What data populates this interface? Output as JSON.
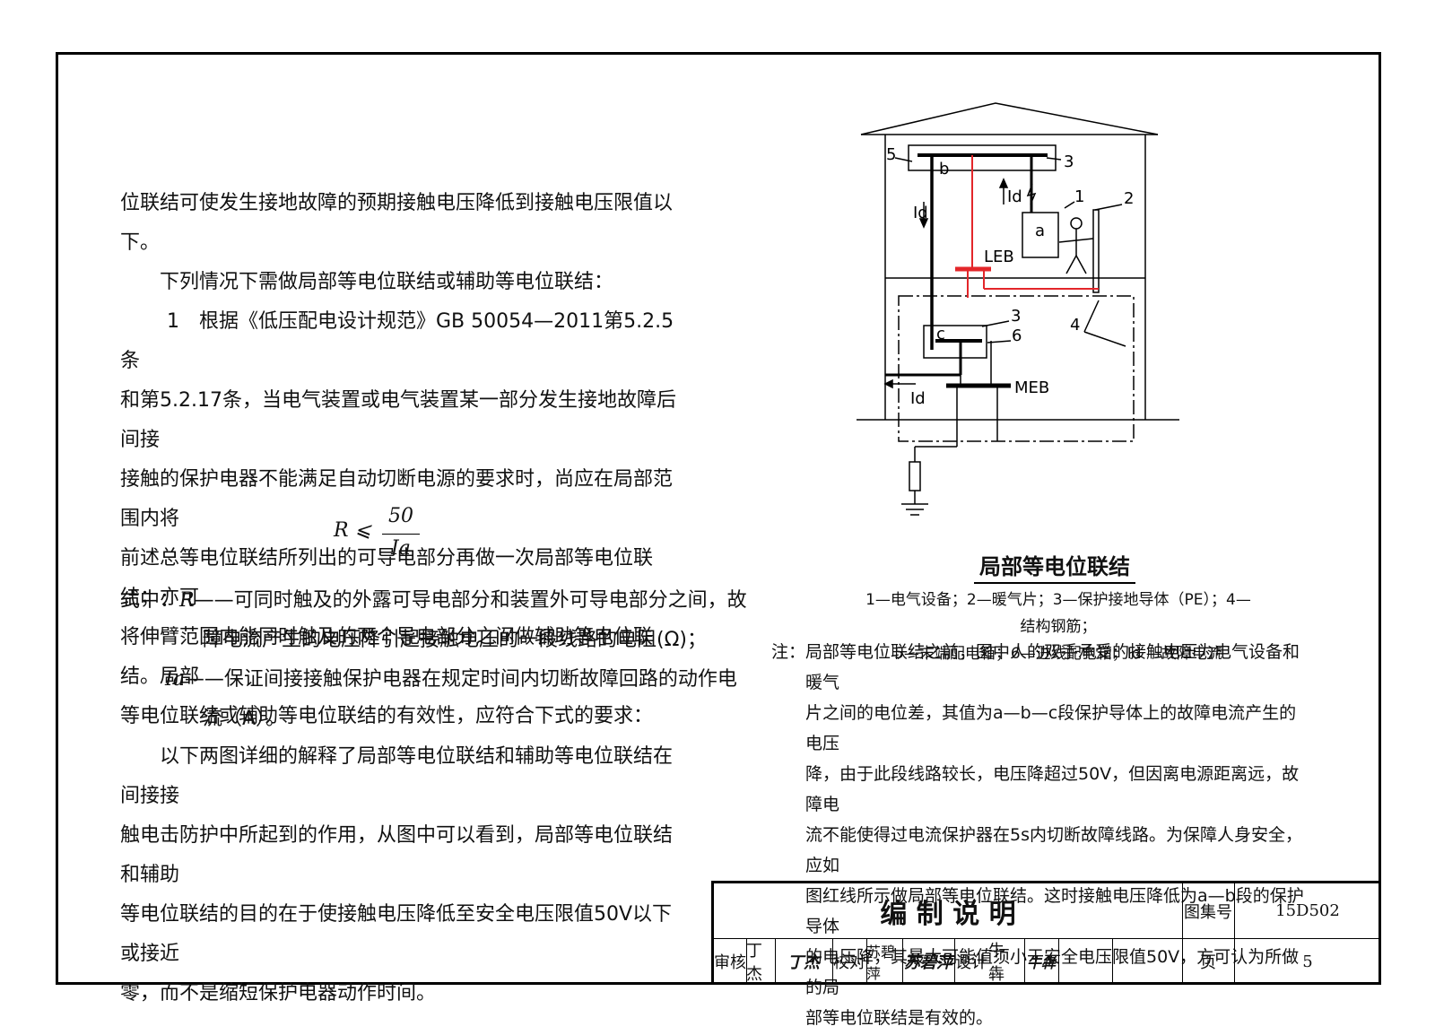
{
  "body": {
    "p1": "位联结可使发生接地故障的预期接触电压降低到接触电压限值以下。",
    "p2": "下列情况下需做局部等电位联结或辅助等电位联结：",
    "p3_lines": [
      "1　根据《低压配电设计规范》GB 50054—2011第5.2.5条",
      "和第5.2.17条，当电气装置或电气装置某一部分发生接地故障后间接",
      "接触的保护电器不能满足自动切断电源的要求时，尚应在局部范围内将",
      "前述总等电位联结所列出的可导电部分再做一次局部等电位联结；亦可",
      "将伸臂范围内能同时触及的两个导电部分之间做辅助等电位联结。局部",
      "等电位联结或辅助等电位联结的有效性，应符合下式的要求："
    ]
  },
  "formula": {
    "lhs": "R ⩽",
    "numerator": "50",
    "denominator": "Ia"
  },
  "defs": {
    "lead": "式中：",
    "r_symbol": "R",
    "r_line1": "——可同时触及的外露可导电部分和装置外可导电部分之间，故",
    "r_line2": "障电流产生的电压降引起接触电压的一段线路的电阻(Ω)；",
    "ia_symbol": "Ia",
    "ia_line1": "——保证间接接触保护电器在规定时间内切断故障回路的动作电",
    "ia_line2": "流（A）。"
  },
  "closing_lines": [
    "以下两图详细的解释了局部等电位联结和辅助等电位联结在间接接",
    "触电击防护中所起到的作用，从图中可以看到，局部等电位联结和辅助",
    "等电位联结的目的在于使接触电压降低至安全电压限值50V以下或接近",
    "零，而不是缩短保护电器动作时间。"
  ],
  "diagram": {
    "title": "局部等电位联结",
    "labels": {
      "n5": "5",
      "b": "b",
      "n3_top": "3",
      "id_up": "Id",
      "n1": "1",
      "n2": "2",
      "id_left": "Id",
      "a": "a",
      "leb": "LEB",
      "n3_mid": "3",
      "c": "c",
      "n6": "6",
      "n4": "4",
      "meb": "MEB",
      "id_bottom": "Id"
    },
    "colors": {
      "red": "#e3262a",
      "black": "#000000"
    },
    "legend_line1": "1—电气设备；2—暖气片；3—保护接地导体（PE）；4—结构钢筋；",
    "legend_line2": "5—末端配电箱；6—进线配电箱；Id —故障电流"
  },
  "note": {
    "lead": "注：",
    "lines": [
      "局部等电位联结之前，图中人的双手承受的接触电压为电气设备和暖气",
      "片之间的电位差，其值为a—b—c段保护导体上的故障电流产生的电压",
      "降，由于此段线路较长，电压降超过50V，但因离电源距离远，故障电",
      "流不能使得过电流保护器在5s内切断故障线路。为保障人身安全，应如",
      "图红线所示做局部等电位联结。这时接触电压降低为a—b段的保护导体",
      "的电压降，其最大可能值须小于安全电压限值50V，方可认为所做的局",
      "部等电位联结是有效的。"
    ]
  },
  "title_block": {
    "title": "编 制 说 明",
    "atlas_label": "图集号",
    "atlas_no": "15D502",
    "review_label": "审核",
    "reviewer": "丁 杰",
    "reviewer_sig": "丁杰",
    "check_label": "校对",
    "checker": "苏碧萍",
    "checker_sig": "苏碧萍",
    "design_label": "设计",
    "designer": "牛 犇",
    "designer_sig": "牛犇",
    "page_label": "页",
    "page_no": "5"
  }
}
